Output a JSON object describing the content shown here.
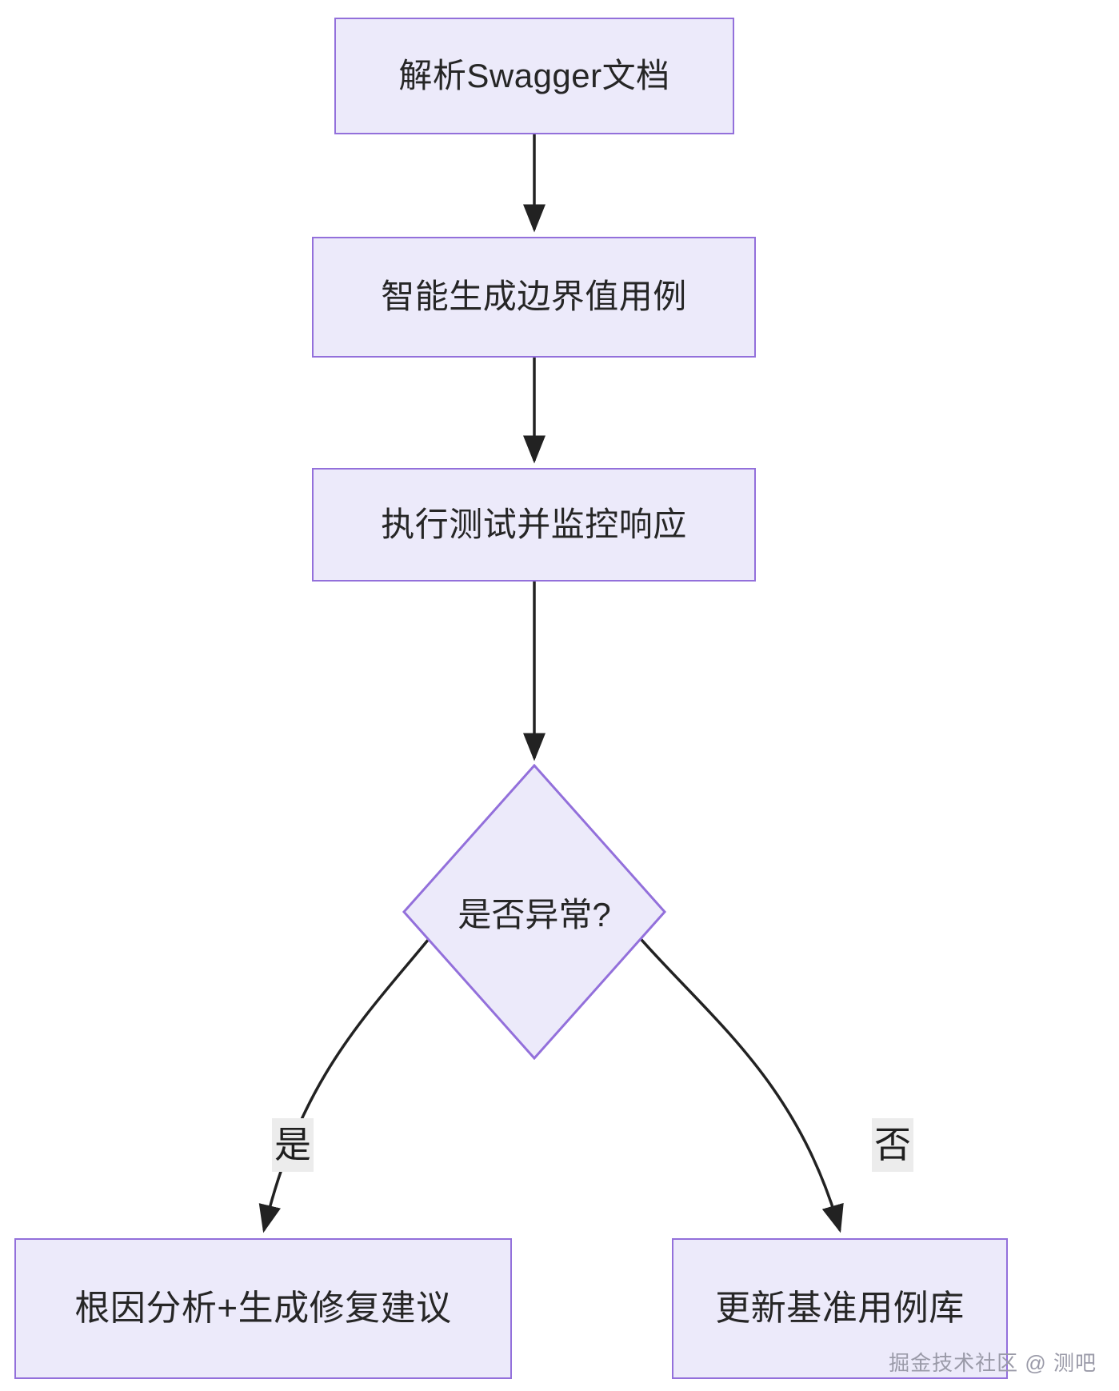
{
  "diagram": {
    "type": "flowchart",
    "direction": "top-to-bottom",
    "theme": {
      "node_fill": "#ECEAFA",
      "node_border": "#9370DB",
      "edge_color": "#222222",
      "edge_label_bg": "#ECECEC",
      "text_color": "#262626",
      "background": "#FFFFFF"
    },
    "nodes": [
      {
        "id": "parse",
        "shape": "rect",
        "label": "解析Swagger文档"
      },
      {
        "id": "generate",
        "shape": "rect",
        "label": "智能生成边界值用例"
      },
      {
        "id": "execute",
        "shape": "rect",
        "label": "执行测试并监控响应"
      },
      {
        "id": "decision",
        "shape": "diamond",
        "label": "是否异常?"
      },
      {
        "id": "rootcause",
        "shape": "rect",
        "label": "根因分析+生成修复建议"
      },
      {
        "id": "baseline",
        "shape": "rect",
        "label": "更新基准用例库"
      }
    ],
    "edges": [
      {
        "from": "parse",
        "to": "generate",
        "label": ""
      },
      {
        "from": "generate",
        "to": "execute",
        "label": ""
      },
      {
        "from": "execute",
        "to": "decision",
        "label": ""
      },
      {
        "from": "decision",
        "to": "rootcause",
        "label": "是"
      },
      {
        "from": "decision",
        "to": "baseline",
        "label": "否"
      }
    ]
  },
  "edge_labels": {
    "yes": "是",
    "no": "否"
  },
  "watermark": {
    "text": "掘金技术社区 @ 测吧"
  }
}
